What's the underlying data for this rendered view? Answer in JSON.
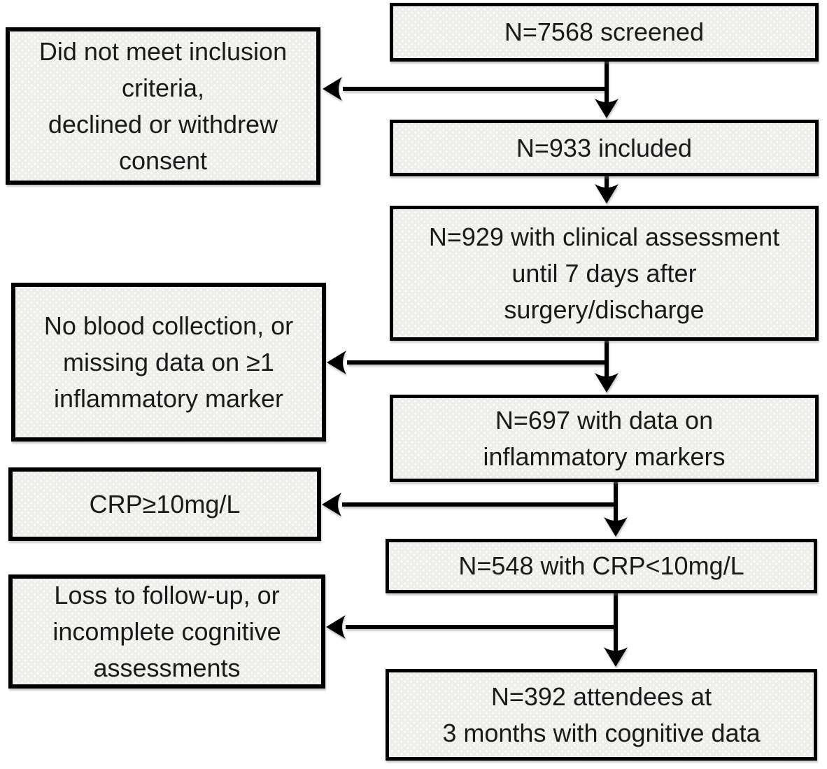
{
  "diagram": {
    "type": "participant-flow",
    "colors": {
      "background": "#ffffff",
      "box_fill": "#efeeeb",
      "box_border": "#000000",
      "arrow": "#000000",
      "text": "#1a1a1a"
    },
    "main_flow": [
      {
        "id": "screened",
        "label": "N=7568 screened"
      },
      {
        "id": "included",
        "label": "N=933 included"
      },
      {
        "id": "clinical-assessment",
        "label": "N=929 with clinical assessment\nuntil 7 days after\nsurgery/discharge"
      },
      {
        "id": "inflammatory-data",
        "label": "N=697 with data on\ninflammatory markers"
      },
      {
        "id": "crp-low",
        "label": "N=548 with CRP<10mg/L"
      },
      {
        "id": "cognitive-data",
        "label": "N=392 attendees at\n3 months with cognitive data"
      }
    ],
    "exclusions": [
      {
        "id": "not-included",
        "label": "Did not meet inclusion\ncriteria,\ndeclined or withdrew\nconsent"
      },
      {
        "id": "no-blood-collection",
        "label": "No blood collection, or\nmissing data on ≥1\ninflammatory marker"
      },
      {
        "id": "crp-high",
        "label": "CRP≥10mg/L"
      },
      {
        "id": "loss-to-follow-up",
        "label": "Loss to follow-up, or\nincomplete cognitive\nassessments"
      }
    ]
  }
}
